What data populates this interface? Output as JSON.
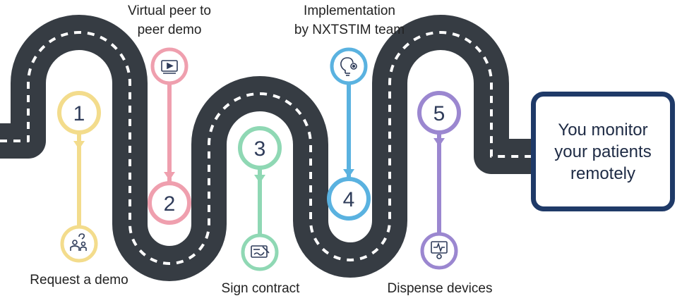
{
  "steps": [
    {
      "number": "1",
      "label": "Request a demo",
      "color": "#f3dc8c",
      "icon": "person-question-icon"
    },
    {
      "number": "2",
      "label": "Virtual peer to peer demo",
      "color": "#ef9fae",
      "icon": "video-player-icon"
    },
    {
      "number": "3",
      "label": "Sign contract",
      "color": "#8fd8b4",
      "icon": "contract-signature-icon"
    },
    {
      "number": "4",
      "label": "Implementation by NXTSTIM team",
      "color": "#5ab2e0",
      "icon": "lightbulb-gear-icon"
    },
    {
      "number": "5",
      "label": "Dispense devices",
      "color": "#9b87d0",
      "icon": "device-monitor-icon"
    }
  ],
  "labels": {
    "step1": "Request a demo",
    "step2_line1": "Virtual peer to",
    "step2_line2": "peer demo",
    "step3": "Sign contract",
    "step4_line1": "Implementation",
    "step4_line2": "by NXTSTIM team",
    "step5": "Dispense devices"
  },
  "final": {
    "line1": "You monitor",
    "line2": "your patients",
    "line3": "remotely",
    "border_color": "#1f3a68"
  },
  "colors": {
    "road": "#363c43",
    "road_dash": "#ffffff"
  }
}
